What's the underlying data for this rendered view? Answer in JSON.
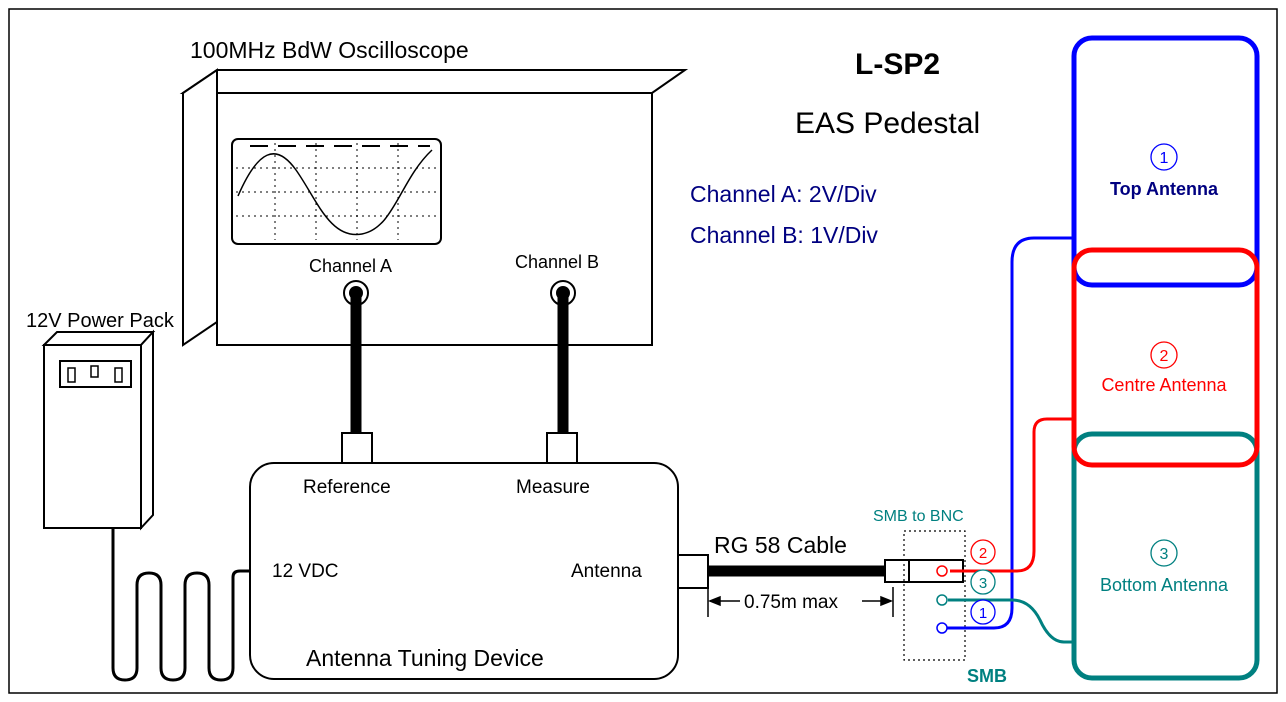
{
  "title": "L-SP2",
  "subtitle": "EAS Pedestal",
  "oscilloscope": {
    "label": "100MHz BdW Oscilloscope",
    "channel_a": "Channel A",
    "channel_b": "Channel B"
  },
  "settings": {
    "channel_a": "Channel A: 2V/Div",
    "channel_b": "Channel B: 1V/Div"
  },
  "power_pack": {
    "label": "12V Power Pack"
  },
  "tuning_device": {
    "label": "Antenna Tuning Device",
    "reference": "Reference",
    "measure": "Measure",
    "input": "12 VDC",
    "antenna": "Antenna"
  },
  "cable": {
    "label": "RG 58 Cable",
    "length": "0.75m max"
  },
  "adapter": {
    "label": "SMB to BNC",
    "smb": "SMB"
  },
  "antennas": [
    {
      "number": "1",
      "label": "Top Antenna",
      "color": "#0000ff"
    },
    {
      "number": "2",
      "label": "Centre Antenna",
      "color": "#ff0000"
    },
    {
      "number": "3",
      "label": "Bottom Antenna",
      "color": "#008080"
    }
  ],
  "colors": {
    "title_text": "#000000",
    "settings_text": "#000080",
    "adapter_label": "#008080"
  }
}
